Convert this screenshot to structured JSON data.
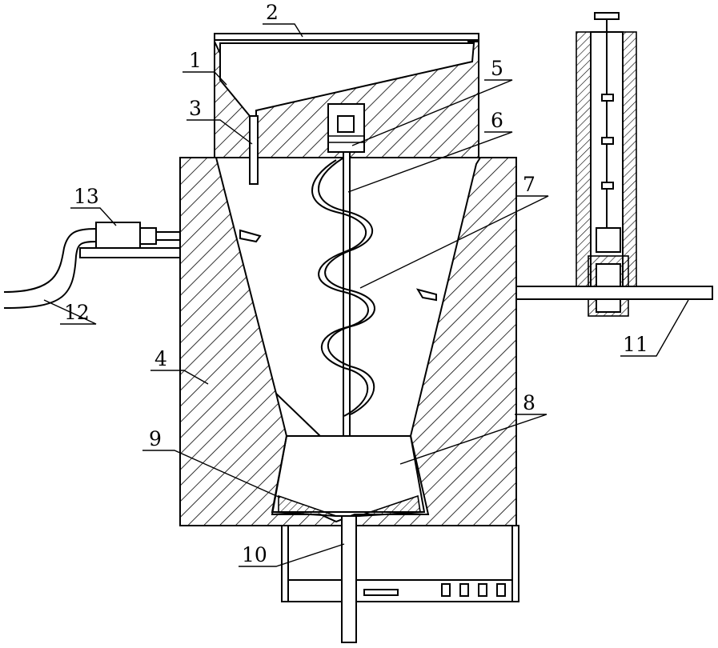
{
  "callouts": [
    {
      "id": "1",
      "text": "1"
    },
    {
      "id": "2",
      "text": "2"
    },
    {
      "id": "3",
      "text": "3"
    },
    {
      "id": "4",
      "text": "4"
    },
    {
      "id": "5",
      "text": "5"
    },
    {
      "id": "6",
      "text": "6"
    },
    {
      "id": "7",
      "text": "7"
    },
    {
      "id": "8",
      "text": "8"
    },
    {
      "id": "9",
      "text": "9"
    },
    {
      "id": "10",
      "text": "10"
    },
    {
      "id": "11",
      "text": "11"
    },
    {
      "id": "12",
      "text": "12"
    },
    {
      "id": "13",
      "text": "13"
    }
  ],
  "style": {
    "line_color": "#000000",
    "background": "#ffffff"
  }
}
